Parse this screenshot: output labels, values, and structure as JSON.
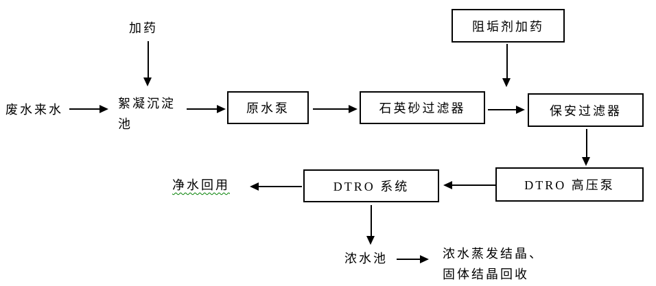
{
  "colors": {
    "background": "#ffffff",
    "text": "#000000",
    "line": "#000000",
    "box_border": "#000000",
    "grammar_underline": "#008000"
  },
  "nodes": {
    "dosing": "加药",
    "feed_water": "废水来水",
    "floc_tank_lines": [
      "絮凝沉淀",
      "池"
    ],
    "raw_water_pump": "原水泵",
    "quartz_sand_filter": "石英砂过滤器",
    "security_filter": "保安过滤器",
    "antiscalant_dosing": "阻垢剂加药",
    "dtro_hp_pump": "DTRO 高压泵",
    "dtro_system": "DTRO 系统",
    "clean_water_reuse": "净水回用",
    "conc_water_tank": "浓水池",
    "conc_recovery_lines": [
      "浓水蒸发结晶、",
      "固体结晶回收"
    ]
  },
  "edges": [
    {
      "from": "dosing",
      "to": "floc_tank",
      "direction": "down"
    },
    {
      "from": "feed_water",
      "to": "floc_tank",
      "direction": "right"
    },
    {
      "from": "floc_tank",
      "to": "raw_water_pump",
      "direction": "right"
    },
    {
      "from": "raw_water_pump",
      "to": "quartz_sand_filter",
      "direction": "right"
    },
    {
      "from": "quartz_sand_filter",
      "to": "security_filter",
      "direction": "right"
    },
    {
      "from": "antiscalant_dosing",
      "to": "security_filter",
      "direction": "down"
    },
    {
      "from": "security_filter",
      "to": "dtro_hp_pump",
      "direction": "down"
    },
    {
      "from": "dtro_hp_pump",
      "to": "dtro_system",
      "direction": "left"
    },
    {
      "from": "dtro_system",
      "to": "clean_water_reuse",
      "direction": "left"
    },
    {
      "from": "dtro_system",
      "to": "conc_water_tank",
      "direction": "down"
    },
    {
      "from": "conc_water_tank",
      "to": "conc_recovery",
      "direction": "right"
    }
  ]
}
